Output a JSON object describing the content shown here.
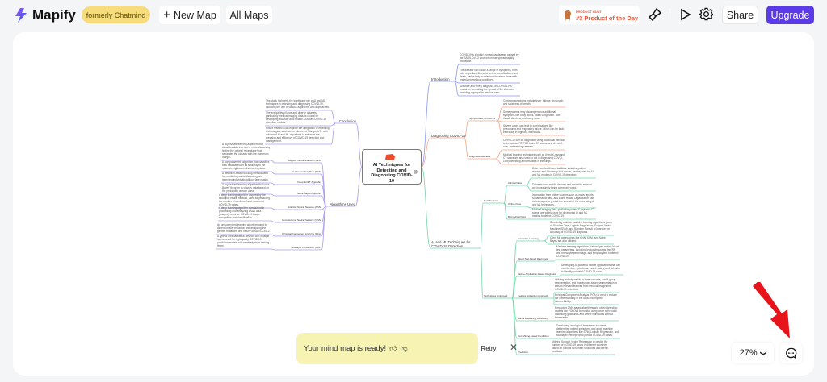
{
  "header": {
    "brand": "Mapify",
    "badge": "formerly Chatmind",
    "new_map": "New Map",
    "all_maps": "All Maps",
    "product_hunt": {
      "top": "PRODUCT HUNT",
      "main": "#3 Product of the Day"
    },
    "share": "Share",
    "upgrade": "Upgrade",
    "colors": {
      "upgrade": "#5b3ae8",
      "badge": "#f7dc7c",
      "product_hunt_text": "#f0553a"
    }
  },
  "mindmap": {
    "root": "AI Techniques for Detecting and Diagnosing COVID-19",
    "branches": [
      {
        "label": "Introduction",
        "color": "#8a97f2",
        "side": "right",
        "leaves": [
          "COVID-19 is a highly contagious disease caused by the SARS-CoV-2 virus which has spread rapidly worldwide.",
          "The disease can cause a range of symptoms, from mild respiratory illness to severe complications and death, particularly in older individuals or those with underlying medical conditions.",
          "Accurate and timely diagnosis of COVID-19 is crucial for controlling the spread of the virus and providing appropriate medical care."
        ]
      },
      {
        "label": "Diagnosing COVID-19",
        "color": "#f5a585",
        "side": "right",
        "children": [
          {
            "label": "Symptoms of COVID-19",
            "leaves": [
              "Common symptoms include fever, fatigue, dry cough, and shortness of breath.",
              "Some patients may also experience additional symptoms like body aches, nasal congestion, sore throat, diarrhea, and runny nose.",
              "Severe cases can lead to complications like pneumonia and respiratory failure, which can be fatal, especially in high-risk individuals."
            ]
          },
          {
            "label": "Diagnostic Methods",
            "leaves": [
              "COVID-19 can be diagnosed using traditional medical tests such as RT-PCR tests, CT scans, and chest X-rays, and serological tests.",
              "Medical imaging techniques such as chest X-rays and CT scans are also used to aid in diagnosing COVID-19 by detecting abnormalities in the lungs."
            ]
          }
        ]
      },
      {
        "label": "AI and ML Techniques for COVID-19 Detection",
        "color": "#74d4a8",
        "side": "right",
        "children": [
          {
            "label": "Data Sources",
            "children": [
              {
                "label": "Clinical Data",
                "leaves": [
                  "Data from healthcare facilities, including patient records and laboratory test results, can be used for AI and ML models in COVID-19 detection.",
                  "Datasets from mobile devices and wearable sensors are increasingly being commonly used."
                ]
              },
              {
                "label": "Online Data",
                "leaves": [
                  "Information from online sources such as news reports, social media data, and World Health Organization can be leveraged to predict the spread of the virus using AI and ML techniques."
                ]
              },
              {
                "label": "Biomedical Data",
                "leaves": [
                  "Medical imaging data, particularly chest X-rays and CT scans, are widely used for developing AI and ML models to detect COVID-19."
                ]
              }
            ]
          },
          {
            "label": "Techniques Employed",
            "children": [
              {
                "label": "Ensemble Learning",
                "leaves": [
                  "Combining multiple machine learning algorithms (such as Random Tree, Logistic Regression, Support Vector Machine (SVM), and Random Forest) to improve the accuracy of COVID-19 diagnosis.",
                  "Other ML approaches like KNN, SVM, and Naive Bayes are also utilized."
                ]
              },
              {
                "label": "Blood Test-based Diagnosis",
                "leaves": [
                  "Machine learning algorithms that analyze routine blood test parameters, including leukocyte counts, hsCRP, and monocyte percentage, and lymphocytes, to detect COVID-19."
                ]
              },
              {
                "label": "Mobile Application-based Diagnosis",
                "leaves": [
                  "Developing AI-powered mobile applications that can monitor user symptoms, travel history, and behavior to identify potential COVID-19 cases."
                ]
              },
              {
                "label": "Feature Extraction Approach",
                "leaves": [
                  "Utilizing techniques like a Haar cascade, social group segmentation, and morphology-based segmentation to extract relevant features from medical images for COVID-19 detection.",
                  "Principal Component Analysis (PCA) is used to reduce the dimensionality of the data and improve interpretability."
                ]
              },
              {
                "label": "Social Distancing Monitoring",
                "leaves": [
                  "Employing CNN-based algorithms and object detection models like YOLOv3 to monitor compliance with social distancing guidelines and detect individuals without face masks."
                ]
              },
              {
                "label": "Text Mining-based Prediction",
                "leaves": [
                  "Developing ontological framework to collect deidentified patient symptoms and apply machine learning algorithms like SVM, Logistic Regression, and Multilayer Perceptron to predict COVID-19 cases."
                ]
              },
              {
                "label": "Prediction",
                "leaves": [
                  "Utilizing Support Vector Regression to predict the number of COVID-19 cases in different countries based on various non-linear structures and kernel functions."
                ]
              }
            ]
          }
        ]
      },
      {
        "label": "Conclusion",
        "color": "#ab9cf2",
        "side": "left",
        "leaves": [
          "The study highlights the significant role of AI and ML techniques in detecting and diagnosing COVID-19, including the use of various algorithms and approaches.",
          "The availability of large and diverse datasets, particularly medical imaging data, is crucial for developing accurate and reliable AI-based COVID-19 detection models.",
          "Future research can explore the integration of emerging technologies, such as the Internet of Things (IoT), with advanced AI and ML algorithms to enhance the precision and efficiency of COVID-19 detection and management."
        ]
      },
      {
        "label": "Algorithms Used",
        "color": "#ab9cf2",
        "side": "left",
        "children": [
          {
            "label": "Support Vector Machine (SVM)",
            "leaves": [
              "A supervised learning algorithm that classifies data into two or more classes by finding the optimal hyperplane that separates the classes with the maximum margin."
            ]
          },
          {
            "label": "K-Nearest Neighbor (KNN)",
            "leaves": [
              "A non-parametric algorithm that classifies new data based on its similarity to the nearest neighbors in the training data."
            ]
          },
          {
            "label": "Deep SORT Algorithm",
            "leaves": [
              "A detection-based tracking method used for monitoring social distancing and detecting individuals without face masks."
            ]
          },
          {
            "label": "Naive Bayes Algorithm",
            "leaves": [
              "A supervised learning algorithm that uses Bayes' theorem to classify data based on the probability of each class."
            ]
          },
          {
            "label": "Artificial Neural Network (ANN)",
            "leaves": [
              "A deep learning algorithm inspired by the biological neural network, used for predicting the number of confirmed and recovered COVID-19 cases."
            ]
          },
          {
            "label": "Convolutional Neural Network (CNN)",
            "leaves": [
              "A deep learning algorithm specialized in processing and analyzing visual data (images), used for COVID-19 image recognition and classification."
            ]
          },
          {
            "label": "Principal Component Analysis (PCA)",
            "leaves": [
              "An unsupervised learning algorithm used for dimensionality reduction and analyzing the genetic mutations and history of SARS-CoV-2."
            ]
          },
          {
            "label": "Multilayer Perceptron (MLP)",
            "leaves": [
              "A type of artificial neural network with multiple layers, used for high-quality COVID-19 prediction models with relatively short training times."
            ]
          }
        ]
      }
    ]
  },
  "toast": {
    "message": "Your mind map is ready!",
    "retry": "Retry",
    "bg": "#f6f3b3"
  },
  "zoom": {
    "value": "27%"
  },
  "annotation": {
    "arrow_color": "#e8141c"
  }
}
